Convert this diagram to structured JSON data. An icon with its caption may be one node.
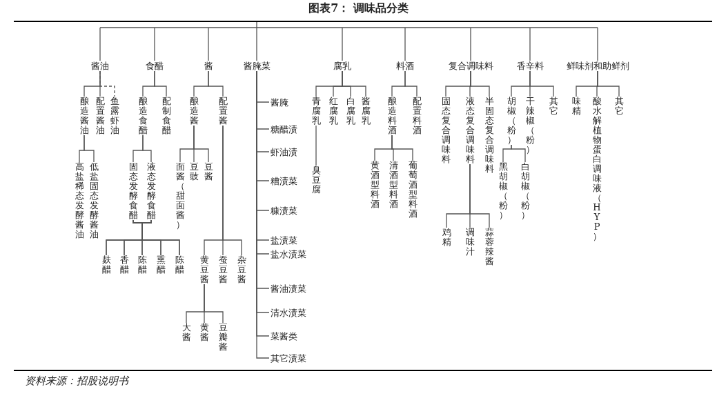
{
  "diagram": {
    "title": "图表7：  调味品分类",
    "caption": "资料来源：招股说明书",
    "nodes": [
      {
        "text": [
          "酱油"
        ]
      },
      {
        "text": [
          "食醋"
        ]
      },
      {
        "text": [
          "酱"
        ]
      },
      {
        "text": [
          "酱腌菜"
        ]
      },
      {
        "text": [
          "腐乳"
        ]
      },
      {
        "text": [
          "料酒"
        ]
      },
      {
        "text": [
          "复合调味料"
        ]
      },
      {
        "text": [
          "香辛料"
        ]
      },
      {
        "text": [
          "鲜味剂和助鲜剂"
        ]
      },
      {
        "text": [
          "酿造酱油"
        ]
      },
      {
        "text": [
          "配置酱油"
        ]
      },
      {
        "text": [
          "鱼露虾油"
        ]
      },
      {
        "text": [
          "高盐稀态发酵酱油"
        ]
      },
      {
        "text": [
          "低盐固态发酵酱油"
        ]
      },
      {
        "text": [
          "酿造食醋"
        ]
      },
      {
        "text": [
          "配制食醋"
        ]
      },
      {
        "text": [
          "固态发酵食醋"
        ]
      },
      {
        "text": [
          "液态发酵食醋"
        ]
      },
      {
        "text": [
          "麸醋"
        ]
      },
      {
        "text": [
          "香醋"
        ]
      },
      {
        "text": [
          "陈醋"
        ]
      },
      {
        "text": [
          "熏醋"
        ]
      },
      {
        "text": [
          "陈醋"
        ]
      },
      {
        "text": [
          "酿造酱"
        ]
      },
      {
        "text": [
          "配置酱"
        ]
      },
      {
        "text": [
          "面酱（甜面酱）"
        ]
      },
      {
        "text": [
          "豆豉"
        ]
      },
      {
        "text": [
          "豆酱"
        ]
      },
      {
        "text": [
          "黄豆酱"
        ]
      },
      {
        "text": [
          "蚕豆酱"
        ]
      },
      {
        "text": [
          "杂豆酱"
        ]
      },
      {
        "text": [
          "大酱"
        ]
      },
      {
        "text": [
          "黄酱"
        ]
      },
      {
        "text": [
          "豆瓣酱"
        ]
      },
      {
        "text": [
          "酱腌"
        ]
      },
      {
        "text": [
          "糖醋渍"
        ]
      },
      {
        "text": [
          "虾油渍"
        ]
      },
      {
        "text": [
          "糟渍菜"
        ]
      },
      {
        "text": [
          "糠渍菜"
        ]
      },
      {
        "text": [
          "盐渍菜"
        ]
      },
      {
        "text": [
          "盐水渍菜"
        ]
      },
      {
        "text": [
          "酱油渍菜"
        ]
      },
      {
        "text": [
          "清水渍菜"
        ]
      },
      {
        "text": [
          "菜酱类"
        ]
      },
      {
        "text": [
          "其它渍菜"
        ]
      },
      {
        "text": [
          "青腐乳"
        ]
      },
      {
        "text": [
          "红腐乳"
        ]
      },
      {
        "text": [
          "白腐乳"
        ]
      },
      {
        "text": [
          "酱腐乳"
        ]
      },
      {
        "text": [
          "臭豆腐"
        ]
      },
      {
        "text": [
          "酿造料酒"
        ]
      },
      {
        "text": [
          "配置料酒"
        ]
      },
      {
        "text": [
          "黄酒型料酒"
        ]
      },
      {
        "text": [
          "清酒型料酒"
        ]
      },
      {
        "text": [
          "葡萄酒型料酒"
        ]
      },
      {
        "text": [
          "固态复合调味料"
        ]
      },
      {
        "text": [
          "液态复合调味料"
        ]
      },
      {
        "text": [
          "半固态复合调味料"
        ]
      },
      {
        "text": [
          "鸡精"
        ]
      },
      {
        "text": [
          "调味汁"
        ]
      },
      {
        "text": [
          "蒜蓉辣酱"
        ]
      },
      {
        "text": [
          "胡椒（粉）"
        ]
      },
      {
        "text": [
          "干辣椒（粉）"
        ]
      },
      {
        "text": [
          "其它"
        ]
      },
      {
        "text": [
          "黑胡椒（粉）"
        ]
      },
      {
        "text": [
          "白胡椒（粉）"
        ]
      },
      {
        "text": [
          "味精"
        ]
      },
      {
        "text": [
          "酸水解植物蛋白调味液（HYP）"
        ]
      },
      {
        "text": [
          "其它"
        ]
      }
    ],
    "edges": [
      {
        "from": null,
        "to": 0,
        "arrow": "none"
      },
      {
        "from": null,
        "to": 1,
        "arrow": "none"
      },
      {
        "from": null,
        "to": 2,
        "arrow": "none"
      },
      {
        "from": null,
        "to": 3,
        "arrow": "none"
      },
      {
        "from": null,
        "to": 4,
        "arrow": "none"
      },
      {
        "from": null,
        "to": 5,
        "arrow": "none"
      },
      {
        "from": null,
        "to": 6,
        "arrow": "none"
      },
      {
        "from": null,
        "to": 7,
        "arrow": "none"
      },
      {
        "from": null,
        "to": 8,
        "arrow": "none"
      },
      {
        "from": 0,
        "to": 9,
        "arrow": "none"
      },
      {
        "from": 0,
        "to": 10,
        "arrow": "none"
      },
      {
        "from": 0,
        "to": 11,
        "arrow": "none",
        "style": "dashed"
      },
      {
        "from": 9,
        "to": 12,
        "arrow": "none"
      },
      {
        "from": 9,
        "to": 13,
        "arrow": "none"
      },
      {
        "from": 1,
        "to": 14,
        "arrow": "none"
      },
      {
        "from": 1,
        "to": 15,
        "arrow": "none"
      },
      {
        "from": 14,
        "to": 16,
        "arrow": "none"
      },
      {
        "from": 14,
        "to": 17,
        "arrow": "none"
      },
      {
        "from": 16,
        "to": 18,
        "arrow": "none"
      },
      {
        "from": 16,
        "to": 19,
        "arrow": "none"
      },
      {
        "from": 16,
        "to": 20,
        "arrow": "none"
      },
      {
        "from": 16,
        "to": 21,
        "arrow": "none"
      },
      {
        "from": 16,
        "to": 22,
        "arrow": "none"
      },
      {
        "from": 17,
        "to": 18,
        "arrow": "none"
      },
      {
        "from": 17,
        "to": 19,
        "arrow": "none"
      },
      {
        "from": 17,
        "to": 20,
        "arrow": "none"
      },
      {
        "from": 17,
        "to": 21,
        "arrow": "none"
      },
      {
        "from": 17,
        "to": 22,
        "arrow": "none"
      },
      {
        "from": 2,
        "to": 23,
        "arrow": "none"
      },
      {
        "from": 2,
        "to": 24,
        "arrow": "none"
      },
      {
        "from": 23,
        "to": 25,
        "arrow": "none"
      },
      {
        "from": 23,
        "to": 26,
        "arrow": "none"
      },
      {
        "from": 23,
        "to": 27,
        "arrow": "none"
      },
      {
        "from": 24,
        "to": 28,
        "arrow": "none"
      },
      {
        "from": 24,
        "to": 29,
        "arrow": "none"
      },
      {
        "from": 24,
        "to": 30,
        "arrow": "none"
      },
      {
        "from": 28,
        "to": 31,
        "arrow": "none"
      },
      {
        "from": 28,
        "to": 32,
        "arrow": "none"
      },
      {
        "from": 28,
        "to": 33,
        "arrow": "none"
      },
      {
        "from": 3,
        "to": 34,
        "arrow": "none"
      },
      {
        "from": 3,
        "to": 35,
        "arrow": "none"
      },
      {
        "from": 3,
        "to": 36,
        "arrow": "none"
      },
      {
        "from": 3,
        "to": 37,
        "arrow": "none"
      },
      {
        "from": 3,
        "to": 38,
        "arrow": "none"
      },
      {
        "from": 3,
        "to": 39,
        "arrow": "none"
      },
      {
        "from": 3,
        "to": 40,
        "arrow": "none"
      },
      {
        "from": 3,
        "to": 41,
        "arrow": "none"
      },
      {
        "from": 3,
        "to": 42,
        "arrow": "none"
      },
      {
        "from": 3,
        "to": 43,
        "arrow": "none"
      },
      {
        "from": 3,
        "to": 44,
        "arrow": "none"
      },
      {
        "from": 4,
        "to": 45,
        "arrow": "none"
      },
      {
        "from": 4,
        "to": 46,
        "arrow": "none"
      },
      {
        "from": 4,
        "to": 47,
        "arrow": "none"
      },
      {
        "from": 4,
        "to": 48,
        "arrow": "none"
      },
      {
        "from": 45,
        "to": 49,
        "arrow": "none"
      },
      {
        "from": 5,
        "to": 50,
        "arrow": "none"
      },
      {
        "from": 5,
        "to": 51,
        "arrow": "none"
      },
      {
        "from": 50,
        "to": 52,
        "arrow": "none"
      },
      {
        "from": 50,
        "to": 53,
        "arrow": "none"
      },
      {
        "from": 50,
        "to": 54,
        "arrow": "none"
      },
      {
        "from": 6,
        "to": 55,
        "arrow": "none"
      },
      {
        "from": 6,
        "to": 56,
        "arrow": "none"
      },
      {
        "from": 6,
        "to": 57,
        "arrow": "none"
      },
      {
        "from": 56,
        "to": 58,
        "arrow": "none"
      },
      {
        "from": 56,
        "to": 59,
        "arrow": "none"
      },
      {
        "from": 56,
        "to": 60,
        "arrow": "none"
      },
      {
        "from": 7,
        "to": 61,
        "arrow": "none"
      },
      {
        "from": 7,
        "to": 62,
        "arrow": "none"
      },
      {
        "from": 7,
        "to": 63,
        "arrow": "none"
      },
      {
        "from": 61,
        "to": 64,
        "arrow": "none"
      },
      {
        "from": 61,
        "to": 65,
        "arrow": "none"
      },
      {
        "from": 8,
        "to": 66,
        "arrow": "none"
      },
      {
        "from": 8,
        "to": 67,
        "arrow": "none"
      },
      {
        "from": 8,
        "to": 68,
        "arrow": "none"
      }
    ]
  }
}
